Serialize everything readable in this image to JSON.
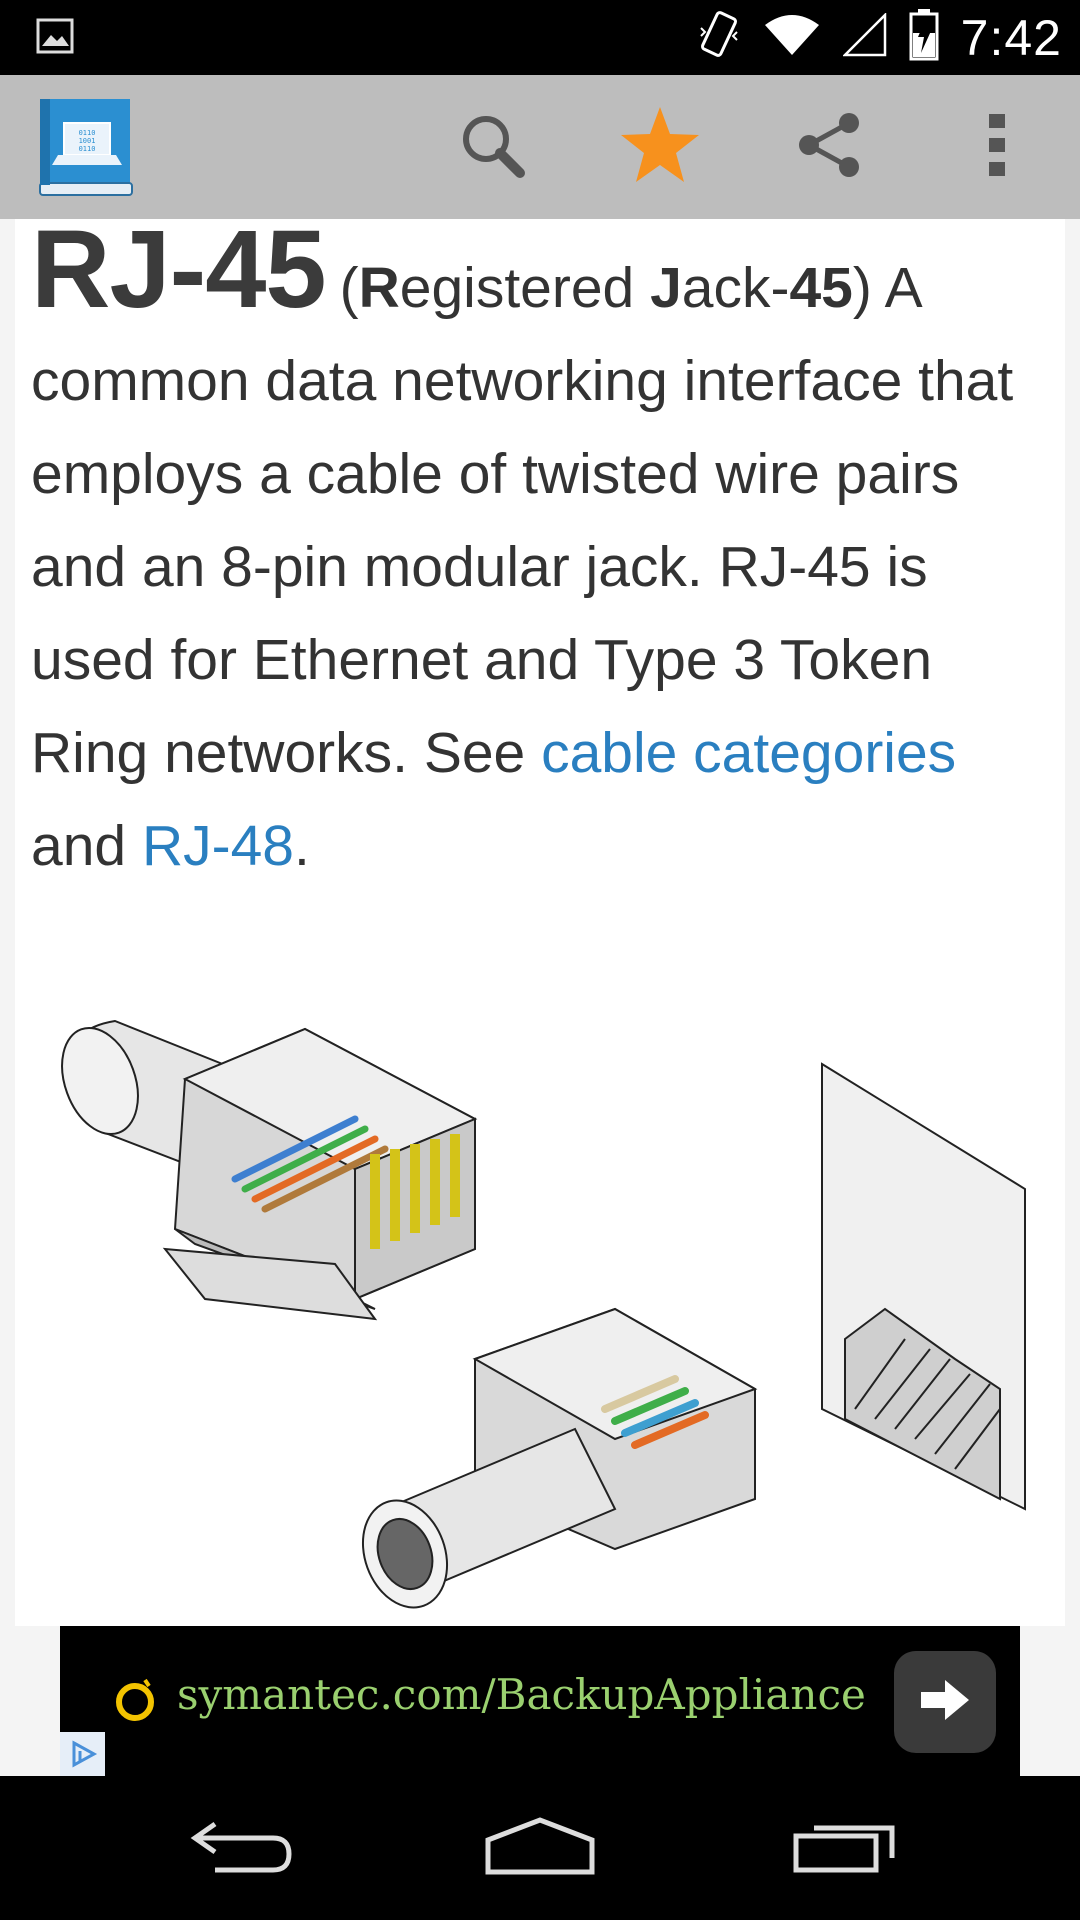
{
  "status_bar": {
    "time": "7:42",
    "icons": [
      "image-notification-icon",
      "vibrate-icon",
      "wifi-icon",
      "cell-signal-icon",
      "battery-charging-icon"
    ]
  },
  "app_bar": {
    "icons": [
      "app-logo-icon",
      "search-icon",
      "star-icon",
      "share-icon",
      "overflow-menu-icon"
    ],
    "star_color": "#f7911d"
  },
  "definition": {
    "term": "RJ-45",
    "abbr_open": "(",
    "abbr_parts": [
      {
        "text": "R",
        "bold": true
      },
      {
        "text": "egistered ",
        "bold": false
      },
      {
        "text": "J",
        "bold": true
      },
      {
        "text": "ack-",
        "bold": false
      },
      {
        "text": "45",
        "bold": true
      }
    ],
    "abbr_close": ")",
    "body": " A common data networking interface that employs a cable of twisted wire pairs and an 8-pin modular jack. RJ-45 is used for Ethernet and Type 3 Token Ring networks. See ",
    "link1": "cable categories",
    "mid": " and ",
    "link2": "RJ-48",
    "end": ".",
    "link_color": "#2a7fc0"
  },
  "ad": {
    "text": "symantec.com/BackupAppliance",
    "text_color": "#9ad06f",
    "icons": [
      "symantec-logo-icon",
      "arrow-right-icon",
      "ad-choices-icon"
    ]
  },
  "nav_bar": {
    "icons": [
      "back-icon",
      "home-icon",
      "recents-icon"
    ]
  }
}
